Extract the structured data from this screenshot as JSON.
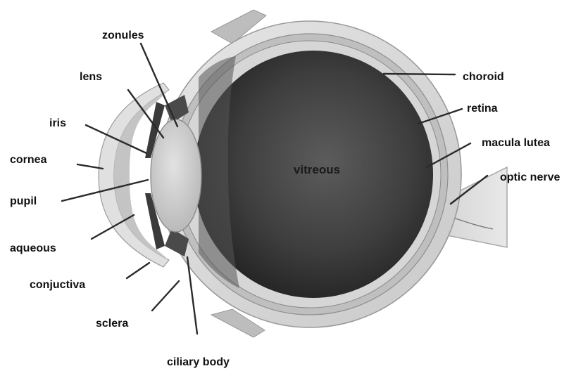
{
  "diagram": {
    "labels": {
      "zonules": "zonules",
      "lens": "lens",
      "iris": "iris",
      "cornea": "cornea",
      "pupil": "pupil",
      "aqueous": "aqueous",
      "conjuctiva": "conjuctiva",
      "sclera": "sclera",
      "ciliary_body": "ciliary body",
      "choroid": "choroid",
      "retina": "retina",
      "macula_lutea": "macula lutea",
      "optic_nerve": "optic nerve",
      "vitreous": "vitreous"
    },
    "colors": {
      "background": "#ffffff",
      "sclera": "#d8d8d8",
      "sclera_edge": "#9a9a9a",
      "vitreous_dark": "#2a2a2a",
      "vitreous_light": "#5a5a5a",
      "lens": "#cfcfcf",
      "label_text": "#111111",
      "leader_line": "#2a2a2a"
    }
  }
}
